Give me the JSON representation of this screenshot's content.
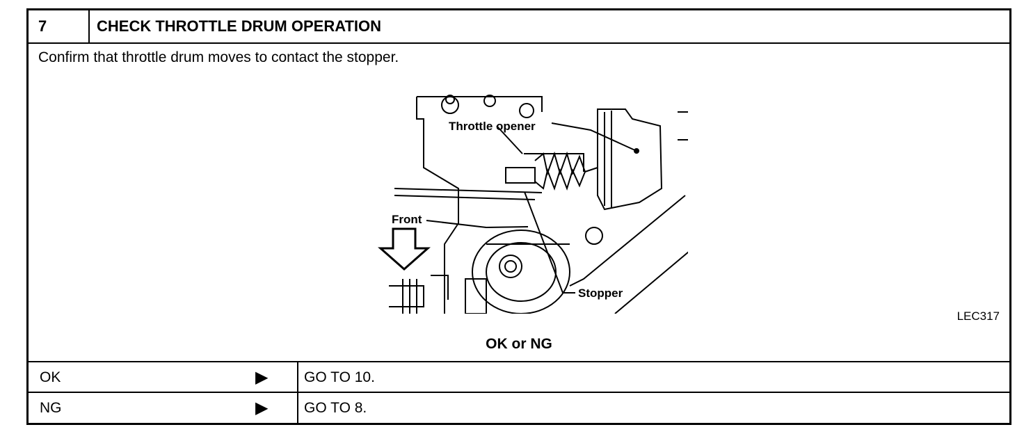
{
  "step": {
    "number": "7",
    "title": "CHECK THROTTLE DRUM OPERATION"
  },
  "instruction": "Confirm that throttle drum moves to contact the stopper.",
  "figure": {
    "labels": {
      "throttle_opener": "Throttle opener",
      "front": "Front",
      "stopper": "Stopper"
    },
    "code": "LEC317"
  },
  "result_heading": "OK or NG",
  "results": [
    {
      "label": "OK",
      "arrow": "▶",
      "action": "GO TO 10."
    },
    {
      "label": "NG",
      "arrow": "▶",
      "action": "GO TO 8."
    }
  ]
}
